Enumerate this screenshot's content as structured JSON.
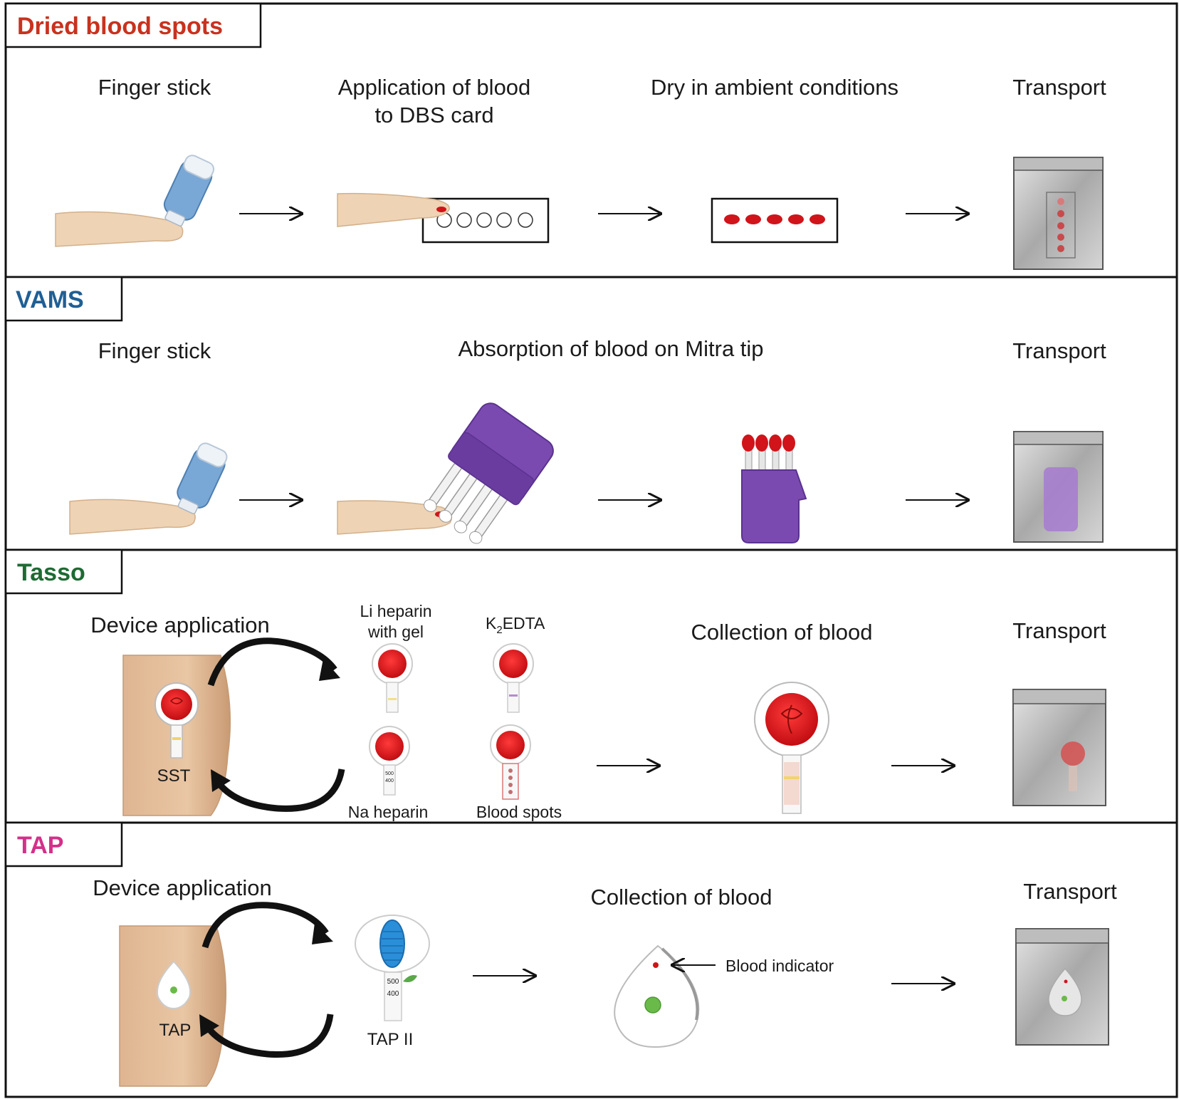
{
  "colors": {
    "dbs_title": "#c8321e",
    "vams_title": "#1f5f94",
    "tasso_title": "#1d6b33",
    "tap_title": "#d4308a",
    "blood": "#d0141a",
    "mitra": "#7b4ab0",
    "skin": "#eed3b4",
    "lancet_blue": "#7aa8d6",
    "indicator_green": "#6aba4a",
    "tap_blue": "#2a8fd8"
  },
  "panels": {
    "dbs": {
      "title": "Dried blood spots",
      "step1": "Finger stick",
      "step2_line1": "Application of blood",
      "step2_line2": "to DBS card",
      "step3": "Dry in ambient conditions",
      "step4": "Transport"
    },
    "vams": {
      "title": "VAMS",
      "step1": "Finger stick",
      "step2": "Absorption of blood on Mitra tip",
      "step4": "Transport"
    },
    "tasso": {
      "title": "Tasso",
      "step1": "Device application",
      "device_label": "SST",
      "tube1_line1": "Li heparin",
      "tube1_line2": "with gel",
      "tube2_main": "K",
      "tube2_sub": "2",
      "tube2_rest": "EDTA",
      "tube3": "Na heparin",
      "tube4": "Blood spots",
      "scale_500": "500",
      "scale_400": "400",
      "step3": "Collection of blood",
      "step4": "Transport"
    },
    "tap": {
      "title": "TAP",
      "step1": "Device application",
      "device_label": "TAP",
      "device2_label": "TAP II",
      "scale_500": "500",
      "scale_400": "400",
      "step3": "Collection of blood",
      "indicator": "Blood indicator",
      "step4": "Transport"
    }
  }
}
